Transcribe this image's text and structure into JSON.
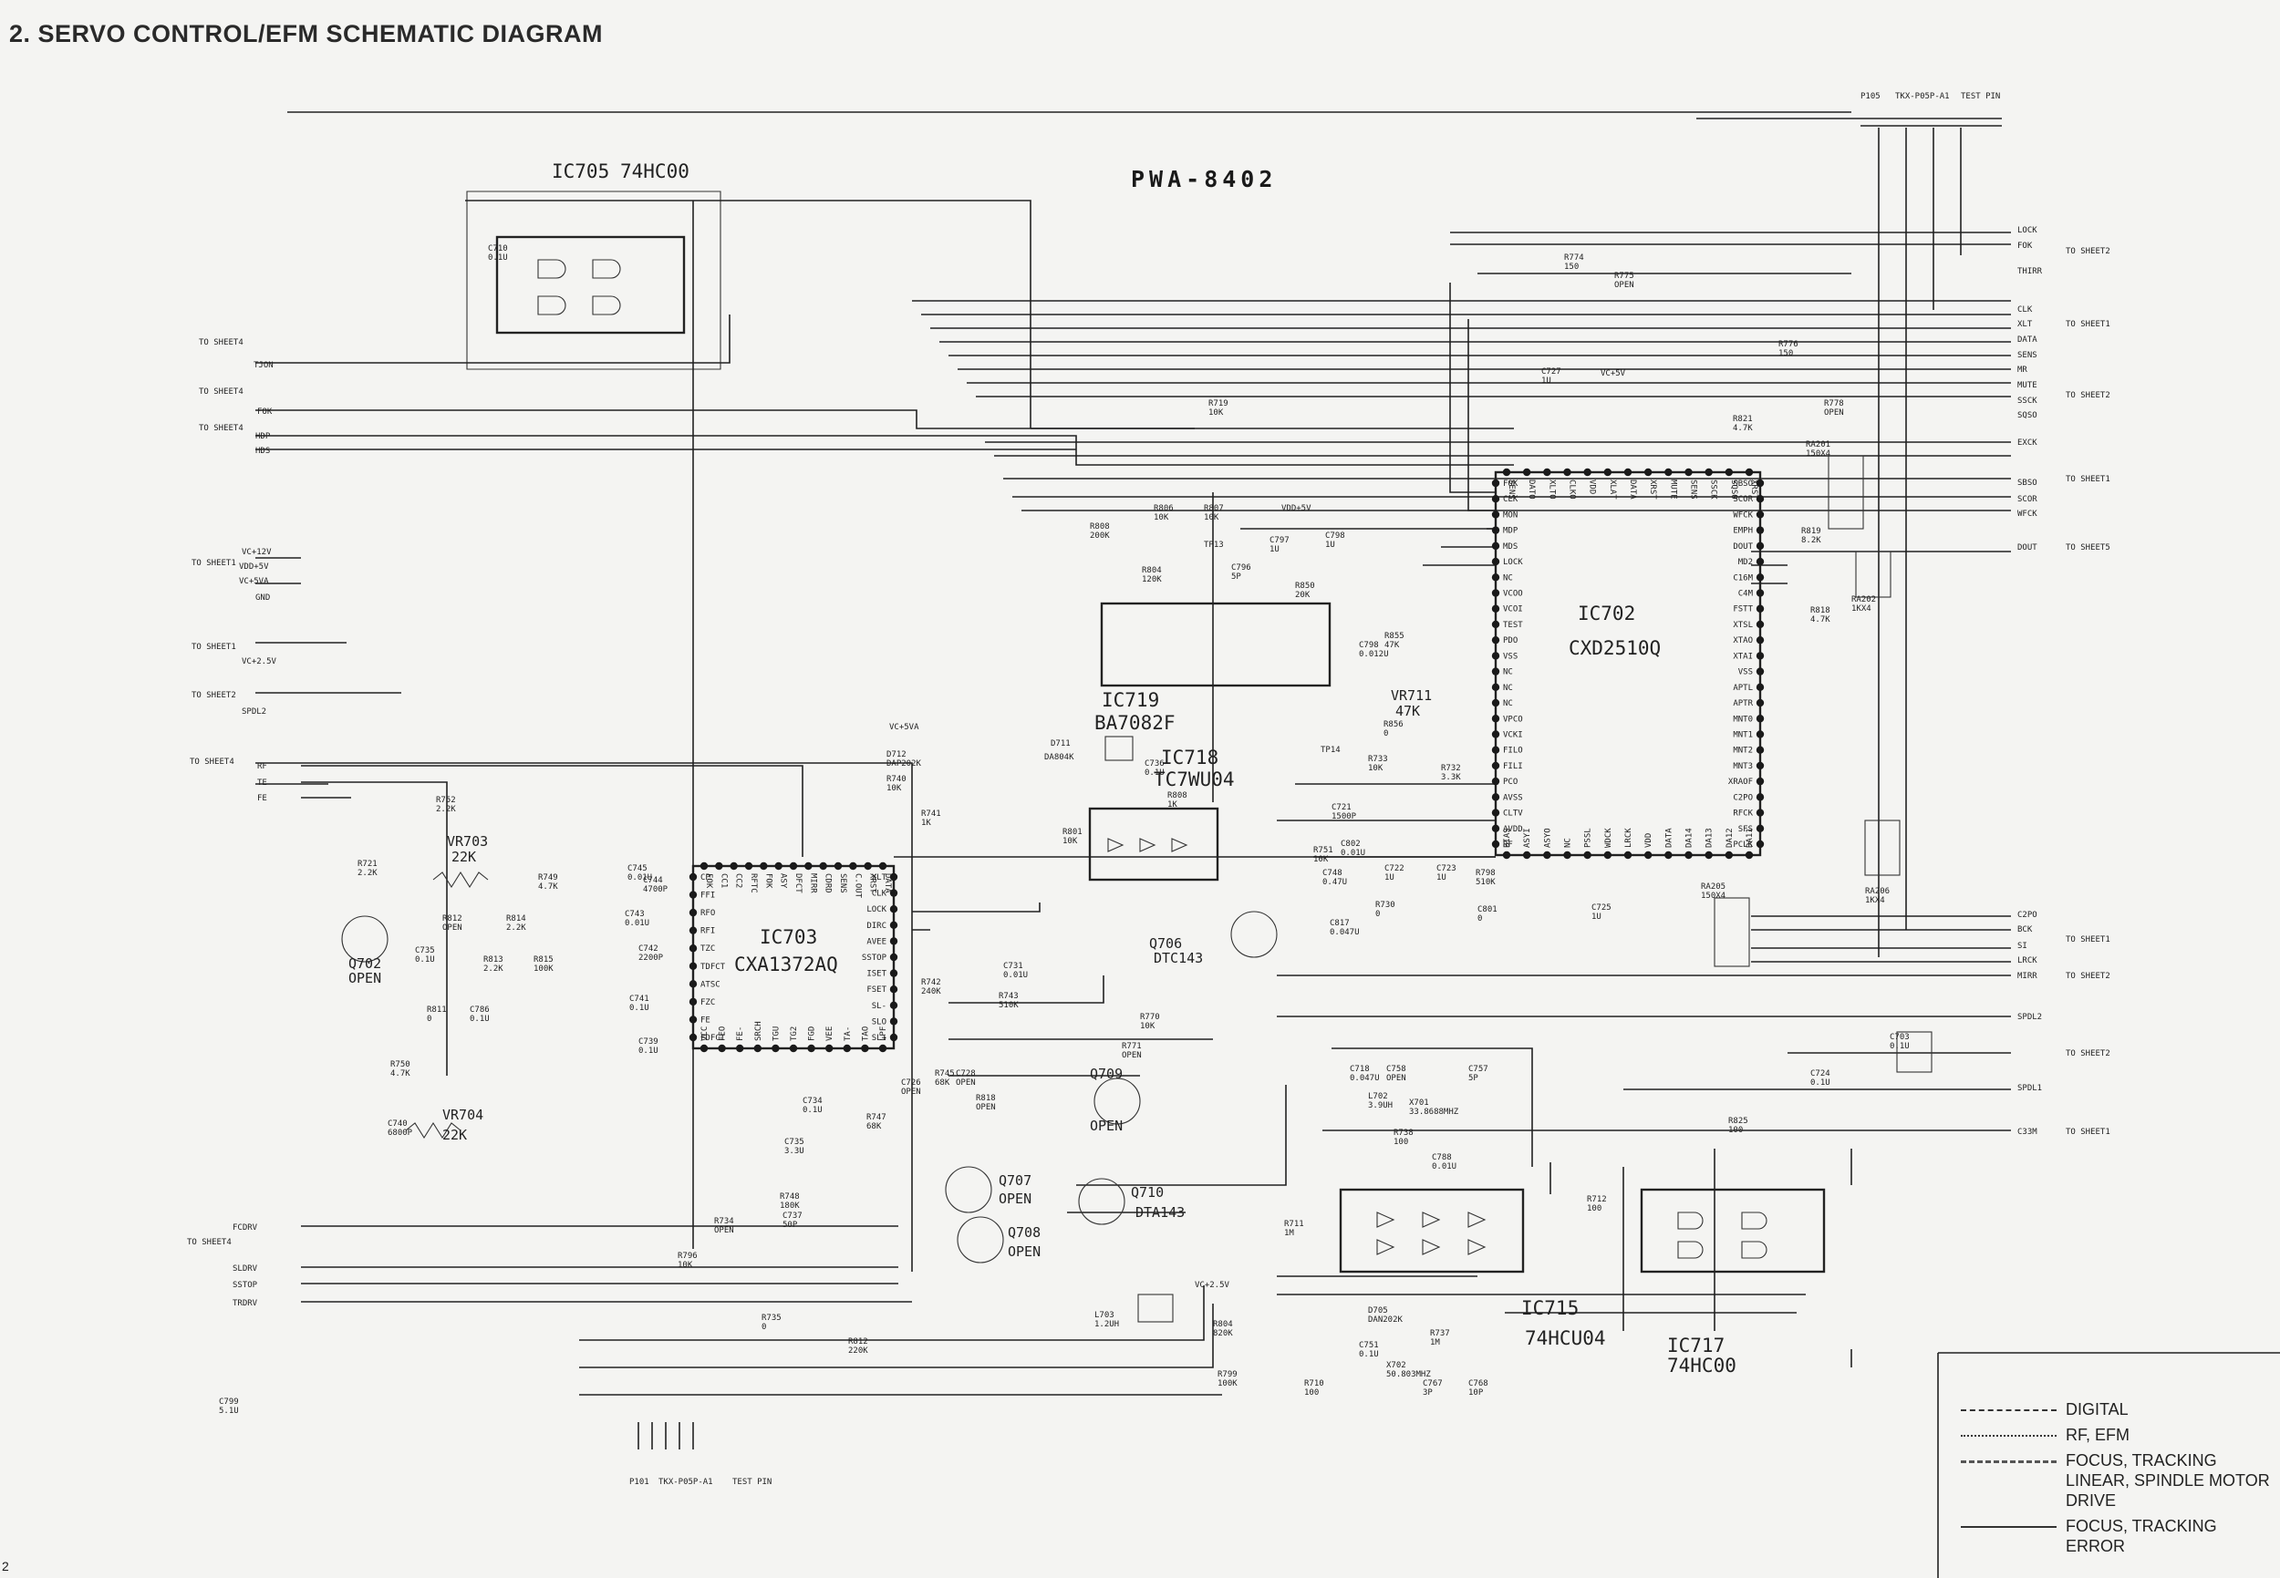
{
  "page": {
    "title": "2. SERVO CONTROL/EFM SCHEMATIC DIAGRAM",
    "board": "PWA-8402",
    "corner_mark": "2"
  },
  "ics": {
    "ic705": {
      "ref": "IC705",
      "part": "74HC00"
    },
    "ic702": {
      "ref": "IC702",
      "part": "CXD2510Q"
    },
    "ic703": {
      "ref": "IC703",
      "part": "CXA1372AQ"
    },
    "ic719": {
      "ref": "IC719",
      "part": "BA7082F"
    },
    "ic718": {
      "ref": "IC718",
      "part": "TC7WU04"
    },
    "ic715": {
      "ref": "IC715",
      "part": "74HCU04"
    },
    "ic717": {
      "ref": "IC717",
      "part": "74HC00"
    }
  },
  "transistors": {
    "q702": {
      "ref": "Q702",
      "value": "OPEN"
    },
    "q706": {
      "ref": "Q706",
      "value": "DTC143"
    },
    "q707": {
      "ref": "Q707",
      "value": "OPEN"
    },
    "q708": {
      "ref": "Q708",
      "value": "OPEN"
    },
    "q709": {
      "ref": "Q709",
      "value": "OPEN"
    },
    "q710": {
      "ref": "Q710",
      "value": "DTA143"
    }
  },
  "pots": {
    "vr703": {
      "ref": "VR703",
      "value": "22K"
    },
    "vr704": {
      "ref": "VR704",
      "value": "22K"
    },
    "vr711": {
      "ref": "VR711",
      "value": "47K"
    }
  },
  "connectors": {
    "p101": {
      "ref": "P101",
      "part": "TKX-P05P-A1",
      "note": "TEST PIN"
    },
    "p105": {
      "ref": "P105",
      "part": "TKX-P05P-A1",
      "note": "TEST PIN"
    }
  },
  "left_signals": {
    "to_sheet4": "TO SHEET4",
    "to_sheet1": "TO SHEET1",
    "to_sheet2": "TO SHEET2",
    "tjon": "TJON",
    "fok": "FOK",
    "hdp": "HDP",
    "hds": "HDS",
    "vc12v": "VC+12V",
    "vdd5v": "VDD+5V",
    "vc5va": "VC+5VA",
    "gnd": "GND",
    "vc25v": "VC+2.5V",
    "spdl2": "SPDL2",
    "rf": "RF",
    "te": "TE",
    "fe": "FE",
    "fcdrv": "FCDRV",
    "sldrv": "SLDRV",
    "sstop": "SSTOP",
    "trdrv": "TRDRV"
  },
  "right_signals": {
    "lock": "LOCK",
    "fok": "FOK",
    "thirr": "THIRR",
    "clk": "CLK",
    "xlt": "XLT",
    "data": "DATA",
    "sens": "SENS",
    "mr": "MR",
    "mute": "MUTE",
    "ssck": "SSCK",
    "sqso": "SQSO",
    "exck": "EXCK",
    "sbso": "SBSO",
    "scor": "SCOR",
    "wfck": "WFCK",
    "dout": "DOUT",
    "c2po": "C2PO",
    "bck": "BCK",
    "si": "SI",
    "lrck": "LRCK",
    "mirr": "MIRR",
    "spdl2": "SPDL2",
    "spdl1": "SPDL1",
    "c33m": "C33M",
    "to_sheet1": "TO SHEET1",
    "to_sheet2": "TO SHEET2",
    "to_sheet5": "TO SHEET5"
  },
  "ic702_pins_left": [
    "FOK",
    "CLK",
    "MON",
    "MDP",
    "MDS",
    "LOCK",
    "NC",
    "VCOO",
    "VCOI",
    "TEST",
    "PDO",
    "VSS",
    "NC",
    "NC",
    "NC",
    "VPCO",
    "VCKI",
    "FILO",
    "FILI",
    "PCO",
    "AVSS",
    "CLTV",
    "AVDD",
    "RF"
  ],
  "ic702_pins_top": [
    "SENS",
    "DATO",
    "XLTO",
    "CLKO",
    "VDD",
    "XLAT",
    "DATA",
    "XRST",
    "MUTE",
    "SENS",
    "SSCK",
    "SQSO",
    "XRST"
  ],
  "ic702_pins_right": [
    "SBSO",
    "SCOR",
    "WFCK",
    "EMPH",
    "DOUT",
    "MD2",
    "C16M",
    "C4M",
    "FSTT",
    "XTSL",
    "XTAO",
    "XTAI",
    "VSS",
    "APTL",
    "APTR",
    "MNT0",
    "MNT1",
    "MNT2",
    "MNT3",
    "XRAOF",
    "C2PO",
    "RFCK",
    "SFS",
    "PCLK"
  ],
  "ic702_pins_bottom": [
    "BIAS",
    "ASYI",
    "ASYO",
    "NC",
    "PSSL",
    "WDCK",
    "LRCK",
    "VDD",
    "DATA",
    "DA14",
    "DA13",
    "DA12",
    "DA11"
  ],
  "ic703_pins_left": [
    "CP",
    "FFI",
    "RFO",
    "RFI",
    "TZC",
    "TDFCT",
    "ATSC",
    "FZC",
    "FE",
    "FDFCT"
  ],
  "ic703_pins_top": [
    "FOK",
    "CC1",
    "CC2",
    "RFTC",
    "FOK",
    "ASY",
    "DFCT",
    "MIRR",
    "CDRD",
    "SENS",
    "C.OUT",
    "XRST",
    "DATA"
  ],
  "ic703_pins_right": [
    "XLT",
    "CLK",
    "LOCK",
    "DIRC",
    "AVEE",
    "SSTOP",
    "ISET",
    "FSET",
    "SL-",
    "SLO",
    "SL+"
  ],
  "ic703_pins_bottom": [
    "VCC",
    "FEO",
    "FE-",
    "SRCH",
    "TGU",
    "TG2",
    "FGD",
    "VEE",
    "TA-",
    "TAO",
    "LPF"
  ],
  "components": [
    {
      "t": "C710",
      "v": "0.1U"
    },
    {
      "t": "R774",
      "v": "150"
    },
    {
      "t": "R775",
      "v": "OPEN"
    },
    {
      "t": "R776",
      "v": "150"
    },
    {
      "t": "C727",
      "v": "1U"
    },
    {
      "t": "R719",
      "v": "10K"
    },
    {
      "t": "R778",
      "v": "OPEN"
    },
    {
      "t": "R821",
      "v": "4.7K"
    },
    {
      "t": "RA201",
      "v": "150X4"
    },
    {
      "t": "R819",
      "v": "8.2K"
    },
    {
      "t": "RA202",
      "v": "1KX4"
    },
    {
      "t": "R818",
      "v": "4.7K"
    },
    {
      "t": "R808",
      "v": "200K"
    },
    {
      "t": "R806",
      "v": "10K"
    },
    {
      "t": "R807",
      "v": "10K"
    },
    {
      "t": "C797",
      "v": "1U"
    },
    {
      "t": "C798",
      "v": "1U"
    },
    {
      "t": "R804",
      "v": "120K"
    },
    {
      "t": "C796",
      "v": "5P"
    },
    {
      "t": "R850",
      "v": "20K"
    },
    {
      "t": "C798",
      "v": "0.012U"
    },
    {
      "t": "R855",
      "v": "47K"
    },
    {
      "t": "R856",
      "v": "0"
    },
    {
      "t": "R732",
      "v": "3.3K"
    },
    {
      "t": "R733",
      "v": "10K"
    },
    {
      "t": "C721",
      "v": "1500P"
    },
    {
      "t": "C802",
      "v": "0.01U"
    },
    {
      "t": "R751",
      "v": "10K"
    },
    {
      "t": "C748",
      "v": "0.47U"
    },
    {
      "t": "R730",
      "v": "0"
    },
    {
      "t": "C817",
      "v": "0.047U"
    },
    {
      "t": "C722",
      "v": "1U"
    },
    {
      "t": "C723",
      "v": "1U"
    },
    {
      "t": "R798",
      "v": "510K"
    },
    {
      "t": "C801",
      "v": "0"
    },
    {
      "t": "C725",
      "v": "1U"
    },
    {
      "t": "RA205",
      "v": "150X4"
    },
    {
      "t": "RA206",
      "v": "1KX4"
    },
    {
      "t": "R752",
      "v": "2.2K"
    },
    {
      "t": "R721",
      "v": "2.2K"
    },
    {
      "t": "R749",
      "v": "4.7K"
    },
    {
      "t": "R812",
      "v": "OPEN"
    },
    {
      "t": "R814",
      "v": "2.2K"
    },
    {
      "t": "R813",
      "v": "2.2K"
    },
    {
      "t": "R815",
      "v": "100K"
    },
    {
      "t": "C735",
      "v": "0.1U"
    },
    {
      "t": "R811",
      "v": "0"
    },
    {
      "t": "C786",
      "v": "0.1U"
    },
    {
      "t": "C744",
      "v": "4700P"
    },
    {
      "t": "C745",
      "v": "0.01U"
    },
    {
      "t": "C743",
      "v": "0.01U"
    },
    {
      "t": "C742",
      "v": "2200P"
    },
    {
      "t": "C741",
      "v": "0.1U"
    },
    {
      "t": "C739",
      "v": "0.1U"
    },
    {
      "t": "R750",
      "v": "4.7K"
    },
    {
      "t": "C740",
      "v": "6800P"
    },
    {
      "t": "R742",
      "v": "240K"
    },
    {
      "t": "C731",
      "v": "0.01U"
    },
    {
      "t": "R743",
      "v": "510K"
    },
    {
      "t": "R770",
      "v": "10K"
    },
    {
      "t": "R771",
      "v": "OPEN"
    },
    {
      "t": "C728",
      "v": "OPEN"
    },
    {
      "t": "R818",
      "v": "OPEN"
    },
    {
      "t": "C734",
      "v": "0.1U"
    },
    {
      "t": "R745",
      "v": "68K"
    },
    {
      "t": "C726",
      "v": "OPEN"
    },
    {
      "t": "C735",
      "v": "3.3U"
    },
    {
      "t": "R747",
      "v": "68K"
    },
    {
      "t": "R748",
      "v": "180K"
    },
    {
      "t": "C737",
      "v": "50P"
    },
    {
      "t": "R796",
      "v": "10K"
    },
    {
      "t": "R734",
      "v": "OPEN"
    },
    {
      "t": "R735",
      "v": "0"
    },
    {
      "t": "R812",
      "v": "220K"
    },
    {
      "t": "R804",
      "v": "820K"
    },
    {
      "t": "R799",
      "v": "100K"
    },
    {
      "t": "C718",
      "v": "0.047U"
    },
    {
      "t": "C758",
      "v": "OPEN"
    },
    {
      "t": "C757",
      "v": "5P"
    },
    {
      "t": "L702",
      "v": "3.9UH"
    },
    {
      "t": "X701",
      "v": "33.8688MHZ"
    },
    {
      "t": "R738",
      "v": "100"
    },
    {
      "t": "C788",
      "v": "0.01U"
    },
    {
      "t": "R711",
      "v": "1M"
    },
    {
      "t": "C724",
      "v": "0.1U"
    },
    {
      "t": "R825",
      "v": "100"
    },
    {
      "t": "R712",
      "v": "100"
    },
    {
      "t": "C703",
      "v": "0.1U"
    },
    {
      "t": "D705",
      "v": "DAN202K"
    },
    {
      "t": "R737",
      "v": "1M"
    },
    {
      "t": "C751",
      "v": "0.1U"
    },
    {
      "t": "X702",
      "v": "50.803MHZ"
    },
    {
      "t": "R710",
      "v": "100"
    },
    {
      "t": "C767",
      "v": "3P"
    },
    {
      "t": "C768",
      "v": "10P"
    },
    {
      "t": "L703",
      "v": "1.2UH"
    },
    {
      "t": "D712",
      "v": "DAP202K"
    },
    {
      "t": "R740",
      "v": "10K"
    },
    {
      "t": "R741",
      "v": "1K"
    },
    {
      "t": "C736",
      "v": "0.1U"
    },
    {
      "t": "R808",
      "v": "1K"
    },
    {
      "t": "R801",
      "v": "10K"
    },
    {
      "t": "C799",
      "v": "5.1U"
    }
  ],
  "test_points": [
    "TP13",
    "TP14",
    "D711",
    "DA804K",
    "VDD+5V",
    "VC+5V",
    "VC+5VA",
    "VC+2.5V"
  ],
  "legend": [
    {
      "style": "dash",
      "label": "DIGITAL"
    },
    {
      "style": "dot",
      "label": "RF, EFM"
    },
    {
      "style": "dashdot",
      "label": "FOCUS, TRACKING LINEAR, SPINDLE MOTOR DRIVE"
    },
    {
      "style": "solid",
      "label": "FOCUS, TRACKING ERROR"
    }
  ],
  "colors": {
    "ink": "#1a1a1a",
    "paper": "#f4f4f2"
  }
}
